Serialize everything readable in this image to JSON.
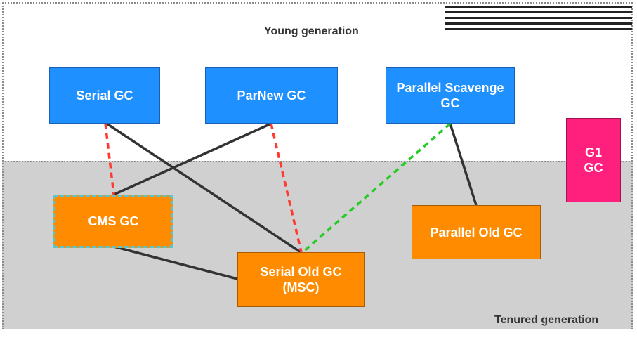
{
  "regions": {
    "young_label": "Young generation",
    "tenured_label": "Tenured generation"
  },
  "collectors": {
    "serial_gc": "Serial GC",
    "parnew_gc": "ParNew GC",
    "parallel_scavenge_gc": "Parallel Scavenge\nGC",
    "g1_gc": "G1\nGC",
    "cms_gc": "CMS GC",
    "serial_old_gc": "Serial Old GC\n(MSC)",
    "parallel_old_gc": "Parallel Old GC"
  },
  "colors": {
    "young_box": "#1e90ff",
    "old_box": "#ff8c00",
    "g1_box": "#ff1f7d",
    "solid_link": "#333333",
    "red_dashed_link": "#ff3b30",
    "green_dashed_link": "#22cc22",
    "cms_border": "#56c6d0"
  }
}
